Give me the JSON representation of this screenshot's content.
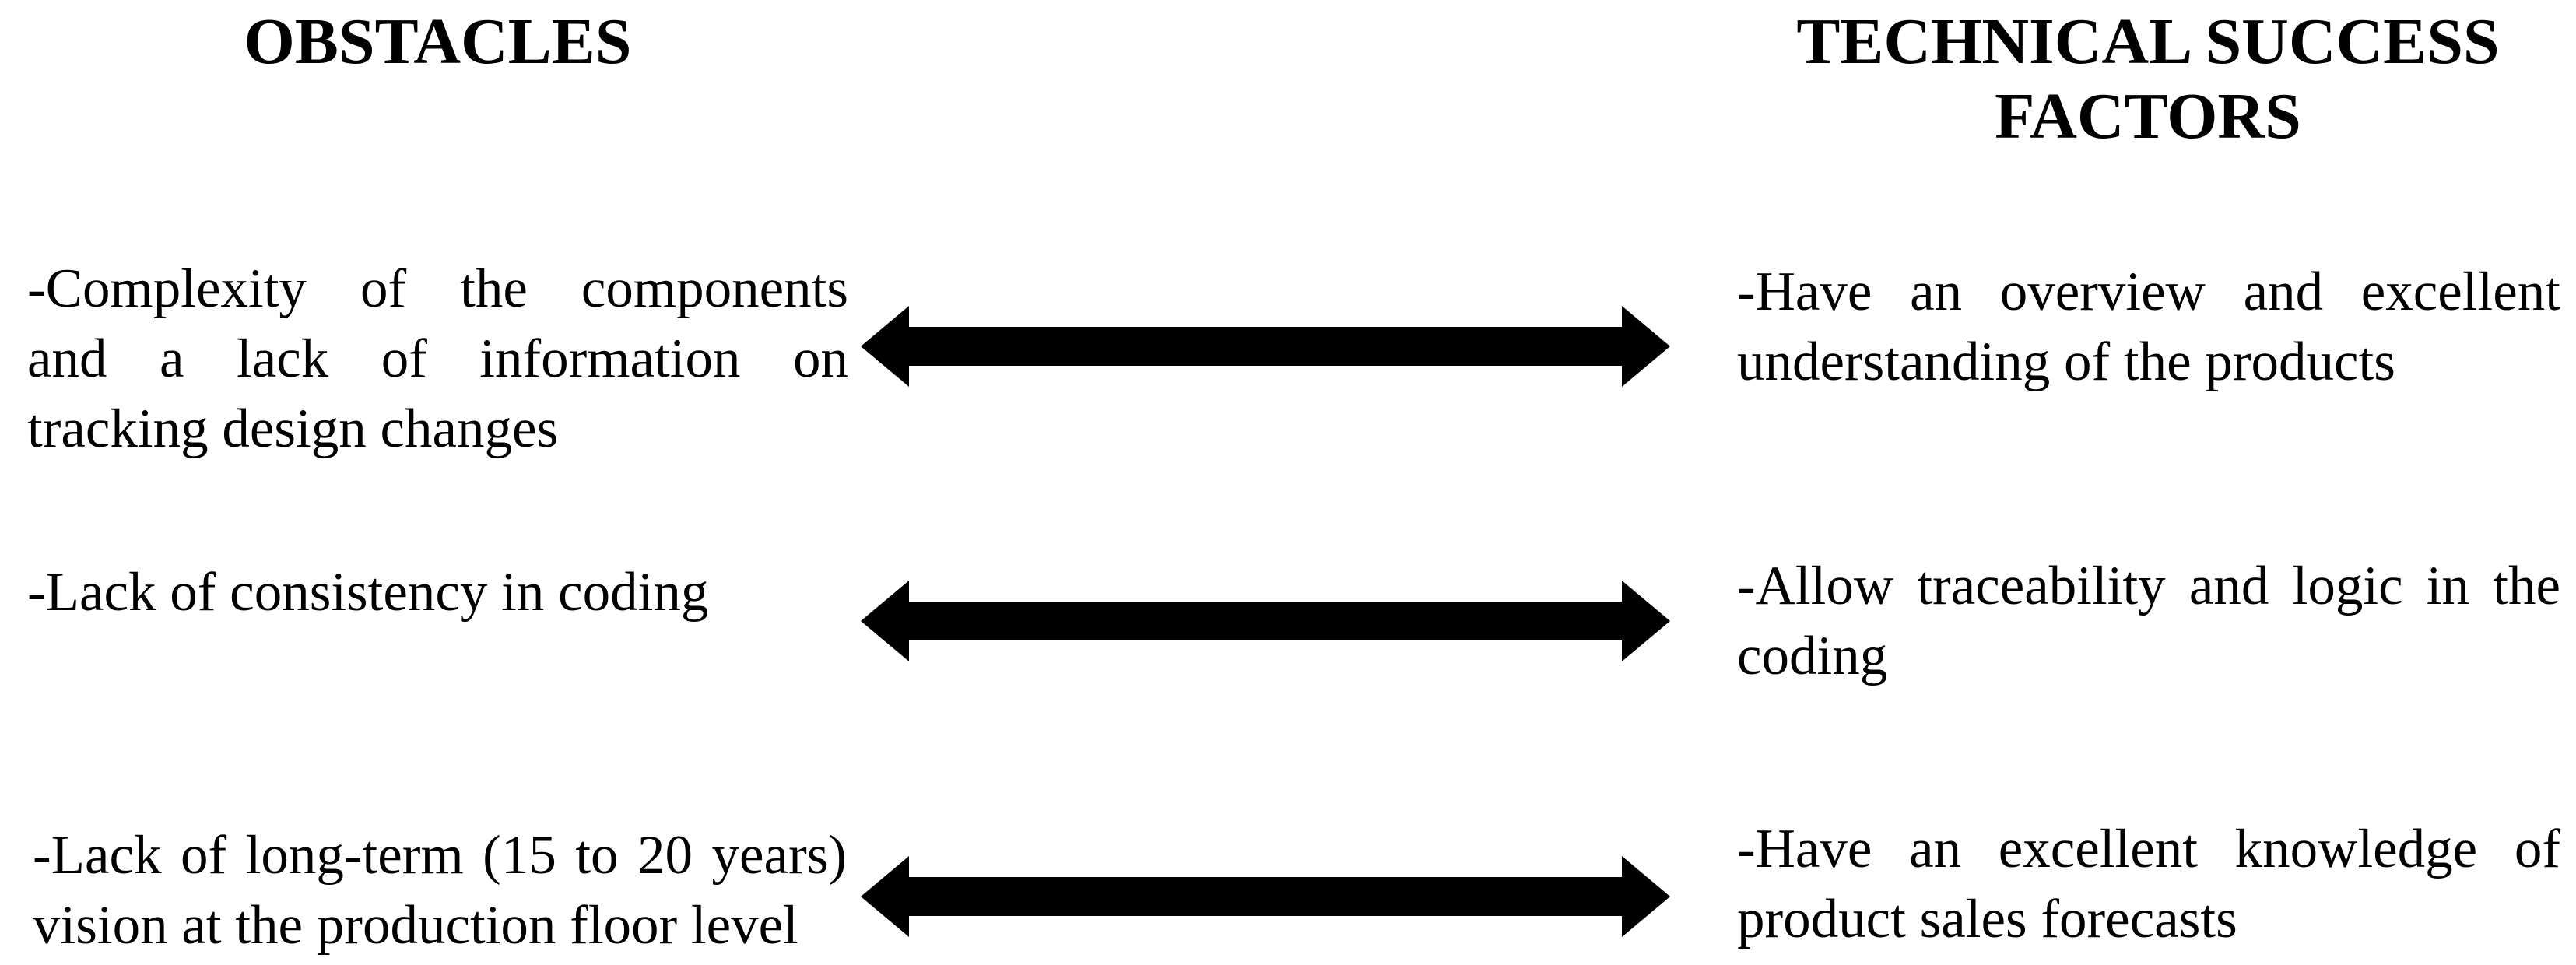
{
  "colors": {
    "background": "#ffffff",
    "text": "#000000",
    "arrow": "#000000"
  },
  "headers": {
    "left": "OBSTACLES",
    "right": "TECHNICAL SUCCESS FACTORS"
  },
  "rows": [
    {
      "obstacle": {
        "text": "-Complexity of the components and a lack of information on tracking design changes",
        "lines": [
          "-Complexity of the components",
          "and a lack of information on",
          "tracking design changes"
        ]
      },
      "connector": "double-headed-arrow",
      "factor": {
        "text": "-Have an overview and excellent understanding of the products",
        "lines": [
          "-Have an overview and excellent",
          "understanding of the products"
        ]
      }
    },
    {
      "obstacle": {
        "text": "-Lack of consistency in coding",
        "lines": [
          "-Lack of consistency in coding"
        ]
      },
      "connector": "double-headed-arrow",
      "factor": {
        "text": "-Allow traceability and logic in the coding",
        "lines": [
          "-Allow traceability and logic in the",
          "coding"
        ]
      }
    },
    {
      "obstacle": {
        "text": "-Lack of long-term (15 to 20 years) vision at the production floor level",
        "lines": [
          "-Lack of long-term (15 to 20 years)",
          "vision at the production floor level"
        ]
      },
      "connector": "double-headed-arrow",
      "factor": {
        "text": "-Have an excellent knowledge of product sales forecasts",
        "lines": [
          "-Have an excellent knowledge of",
          "product sales forecasts"
        ]
      }
    }
  ]
}
